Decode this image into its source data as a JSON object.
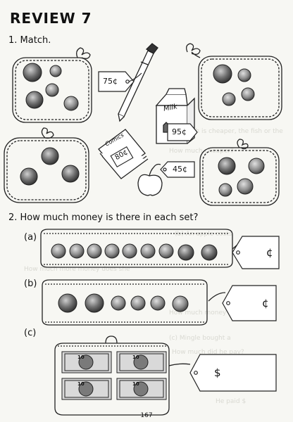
{
  "review": {
    "title": "REVIEW 7"
  },
  "questions": {
    "q1": "1.  Match.",
    "q2": "2.  How much money is there in each set?"
  },
  "parts": {
    "a": "(a)",
    "b": "(b)",
    "c": "(c)"
  },
  "price_tags": {
    "pen": "75¢",
    "milk": "95¢",
    "comics": "80¢",
    "apple": "45¢"
  },
  "product_labels": {
    "milk_carton": "Milk",
    "comics_book": "Comics"
  },
  "answer_tags": {
    "a": "¢",
    "b": "¢",
    "c": "$"
  },
  "page_number": "167",
  "bleed_through": [
    "(a) Which is cheaper, the fish or the",
    "How much cheaper?",
    "(b) An apple costs",
    "How much more money does she",
    "How much money does she need",
    "(c) Mingle bought a",
    "How much did he pay?",
    "He paid $"
  ],
  "banknote_label": "10"
}
